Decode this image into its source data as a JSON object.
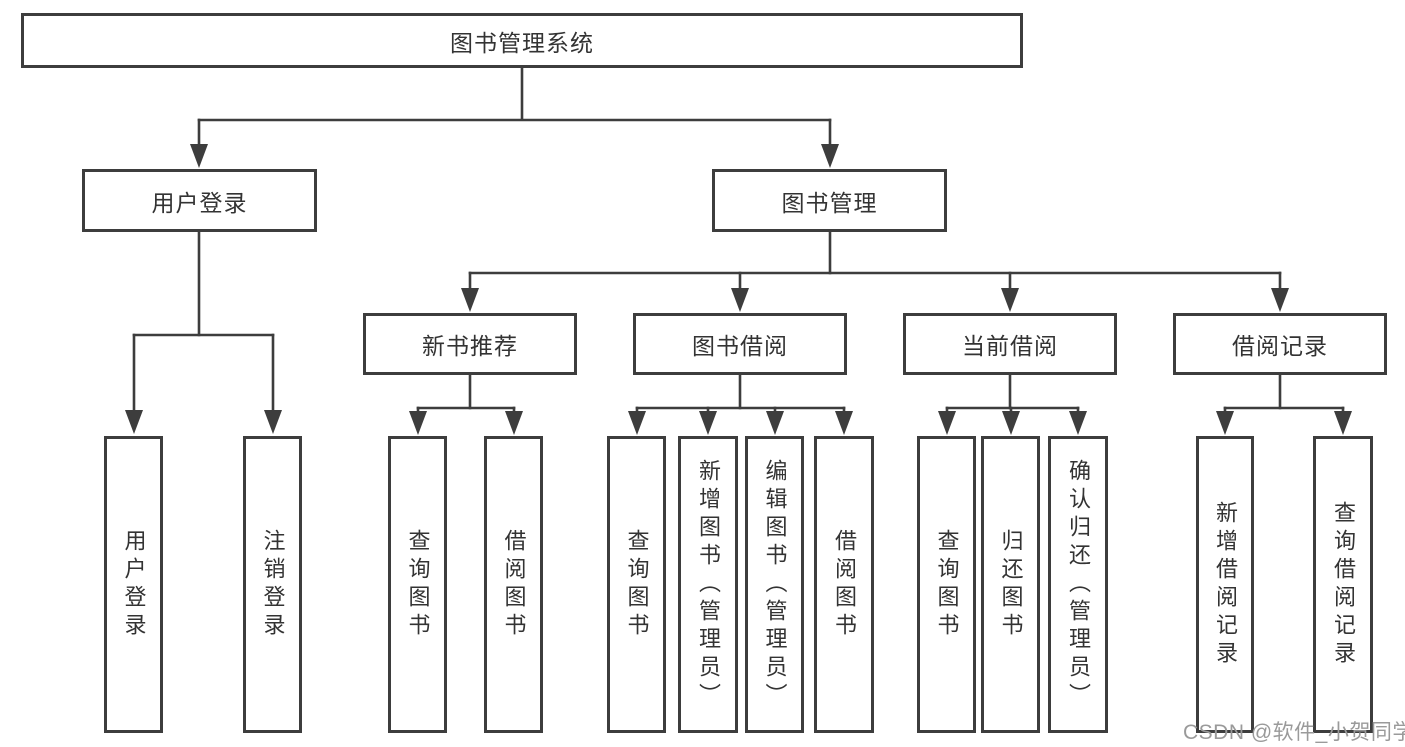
{
  "colors": {
    "line": "#3d3d3d",
    "text": "#333333",
    "watermark": "#9a9a9a",
    "background": "#ffffff"
  },
  "tree": {
    "root": "图书管理系统",
    "level2": [
      "用户登录",
      "图书管理"
    ],
    "level3": [
      "新书推荐",
      "图书借阅",
      "当前借阅",
      "借阅记录"
    ],
    "leaves": {
      "user": [
        "用户登录",
        "注销登录"
      ],
      "recommend": [
        "查询图书",
        "借阅图书"
      ],
      "borrow": [
        "查询图书",
        "新增图书（管理员）",
        "编辑图书（管理员）",
        "借阅图书"
      ],
      "current": [
        "查询图书",
        "归还图书",
        "确认归还（管理员）"
      ],
      "records": [
        "新增借阅记录",
        "查询借阅记录"
      ]
    }
  },
  "watermark": {
    "text": "CSDN @软件_小贺同学"
  }
}
